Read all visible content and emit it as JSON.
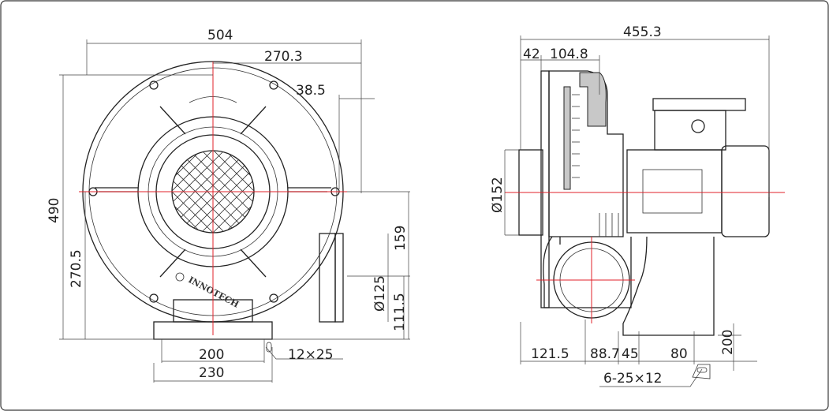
{
  "front_view": {
    "brand": "INNOTECH",
    "dims": {
      "overall_width": "504",
      "center_to_outlet": "270.3",
      "outlet_offset": "38.5",
      "overall_height": "490",
      "center_height": "270.5",
      "outlet_height": "159",
      "outlet_diameter": "Ø125",
      "outlet_center_height": "111.5",
      "base_hole_spacing": "200",
      "base_width": "230",
      "base_slot": "12×25"
    }
  },
  "side_view": {
    "dims": {
      "overall_length": "455.3",
      "flange": "42",
      "housing_depth": "104.8",
      "inlet_diameter": "Ø152",
      "inlet_to_outlet": "121.5",
      "outlet_to_hole": "88.7",
      "hole_spacing_1": "45",
      "hole_spacing_2": "80",
      "foot_height": "200",
      "mount_slots": "6-25×12"
    }
  },
  "colors": {
    "centerline": "#e0202a",
    "line": "#222222",
    "frame": "#333333"
  }
}
